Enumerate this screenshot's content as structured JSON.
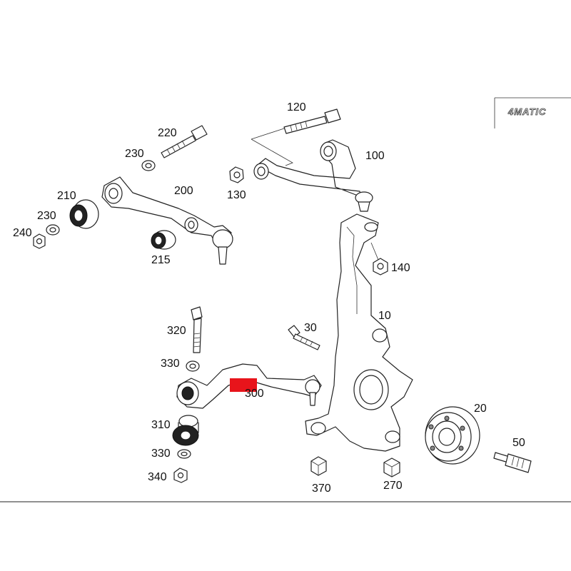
{
  "brand": {
    "logo_text": "4MATIC"
  },
  "labels": {
    "p120": "120",
    "p100": "100",
    "p220": "220",
    "p230a": "230",
    "p130": "130",
    "p210": "210",
    "p200": "200",
    "p230b": "230",
    "p240": "240",
    "p215": "215",
    "p140": "140",
    "p10": "10",
    "p320": "320",
    "p30": "30",
    "p330a": "330",
    "p300": "300",
    "p20": "20",
    "p310": "310",
    "p330b": "330",
    "p50": "50",
    "p340": "340",
    "p370": "370",
    "p270": "270"
  },
  "highlight": {
    "part": "300",
    "color": "#e8141b"
  }
}
